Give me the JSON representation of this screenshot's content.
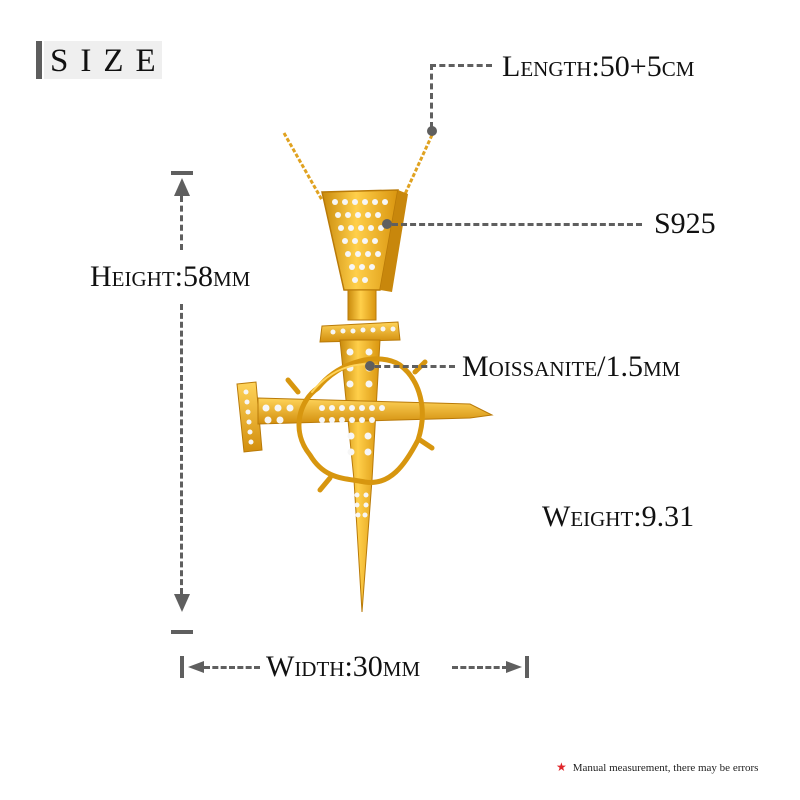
{
  "header": {
    "title": "SIZE"
  },
  "specs": {
    "length": "Length:50+5cm",
    "material": "S925",
    "stone": "Moissanite/1.5mm",
    "weight": "Weight:9.31",
    "height": "Height:58mm",
    "width": "Width:30mm"
  },
  "footnote": {
    "star": "★",
    "text": "Manual measurement, there may be errors"
  },
  "colors": {
    "gold": "#e8a416",
    "gold_dark": "#b97a08",
    "gold_light": "#ffd45a",
    "stone": "#f4f4f4",
    "dash": "#5f5f5f",
    "title_bg": "#efefef",
    "star": "#e0262a"
  },
  "product": {
    "name": "nail-cross-pendant"
  }
}
